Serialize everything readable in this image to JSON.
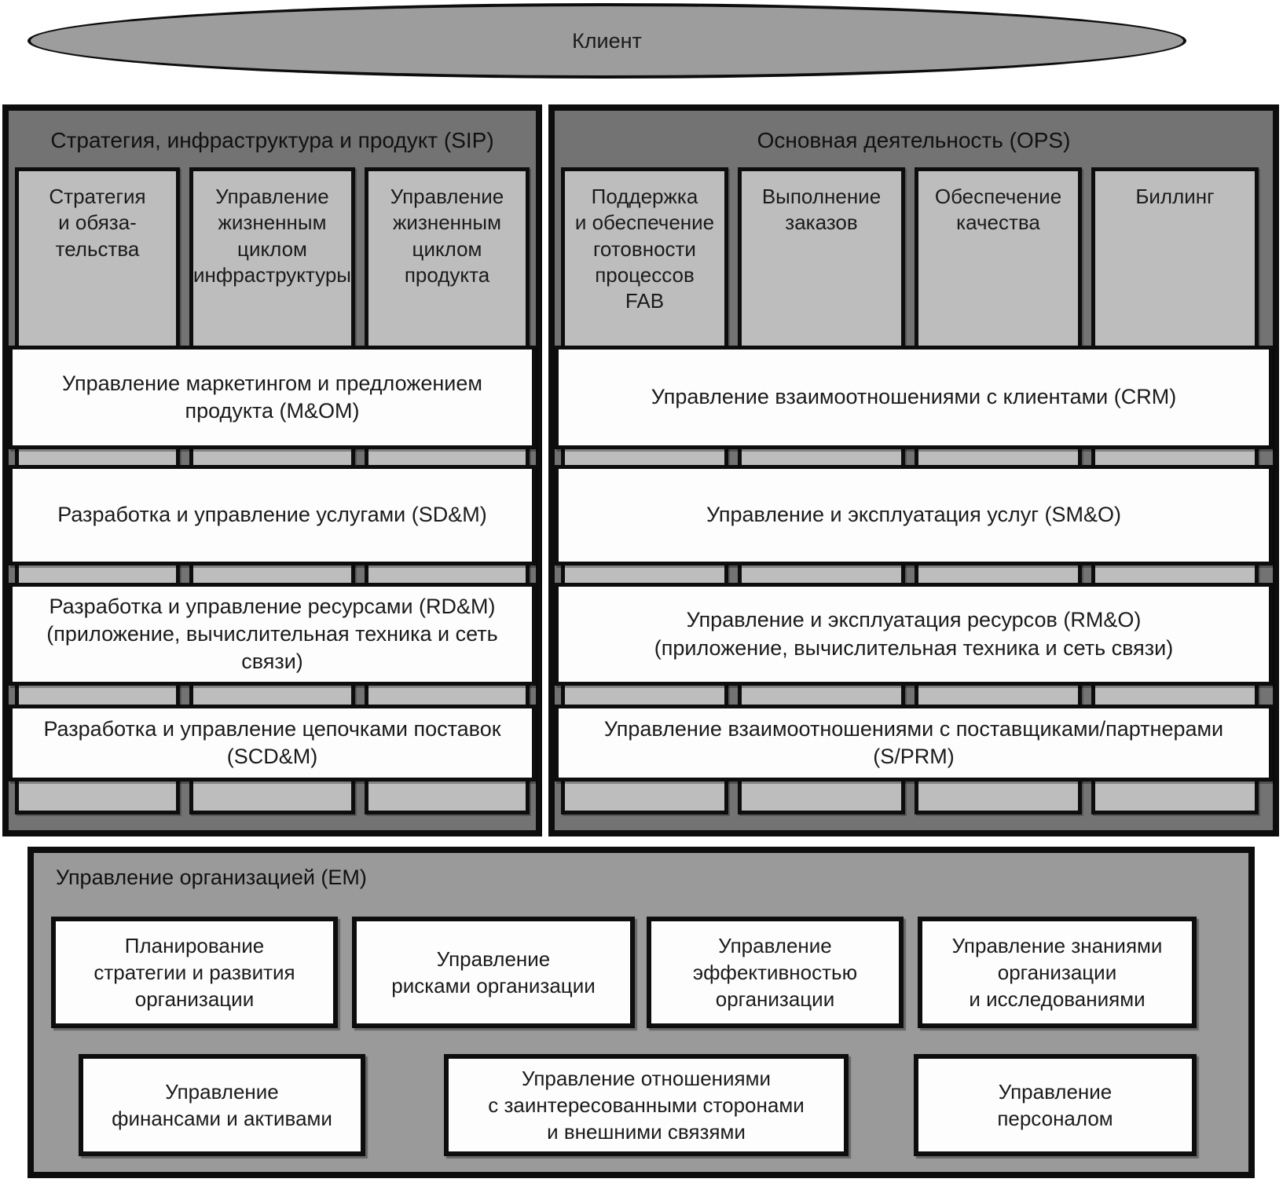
{
  "colors": {
    "panel_dark": "#737373",
    "column_gray": "#bdbdbd",
    "em_gray": "#9a9a9a",
    "ellipse_gray": "#9d9d9d",
    "row_white": "#fdfdfd",
    "border_black": "#0d0d0d"
  },
  "client": {
    "label": "Клиент"
  },
  "sip": {
    "title": "Стратегия, инфраструктура и продукт (SIP)",
    "columns": [
      {
        "label": "Стратегия\nи обяза-\nтельства"
      },
      {
        "label": "Управление\nжизненным\nциклом\nинфраструктуры"
      },
      {
        "label": "Управление\nжизненным\nциклом\nпродукта"
      }
    ],
    "rows": [
      {
        "label": "Управление маркетингом и предложением\nпродукта (M&OM)"
      },
      {
        "label": "Разработка и управление услугами (SD&M)"
      },
      {
        "label": "Разработка и управление ресурсами (RD&M)\n(приложение, вычислительная техника и сеть\nсвязи)"
      },
      {
        "label": "Разработка и управление цепочками поставок\n(SCD&M)"
      }
    ]
  },
  "ops": {
    "title": "Основная деятельность (OPS)",
    "columns": [
      {
        "label": "Поддержка\nи обеспечение\nготовности\nпроцессов\nFAB"
      },
      {
        "label": "Выполнение\nзаказов"
      },
      {
        "label": "Обеспечение\nкачества"
      },
      {
        "label": "Биллинг"
      }
    ],
    "rows": [
      {
        "label": "Управление взаимоотношениями с клиентами (CRM)"
      },
      {
        "label": "Управление и эксплуатация услуг (SM&O)"
      },
      {
        "label": "Управление и эксплуатация ресурсов (RM&O)\n(приложение, вычислительная техника и сеть связи)"
      },
      {
        "label": "Управление взаимоотношениями с поставщиками/партнерами\n(S/PRM)"
      }
    ]
  },
  "em": {
    "title": "Управление организацией (EM)",
    "row1": [
      {
        "label": "Планирование\nстратегии и развития\nорганизации"
      },
      {
        "label": "Управление\nрисками организации"
      },
      {
        "label": "Управление\nэффективностью\nорганизации"
      },
      {
        "label": "Управление знаниями\nорганизации\nи исследованиями"
      }
    ],
    "row2": [
      {
        "label": "Управление\nфинансами и активами"
      },
      {
        "label": "Управление отношениями\nс заинтересованными сторонами\nи внешними связями"
      },
      {
        "label": "Управление\nперсоналом"
      }
    ]
  }
}
